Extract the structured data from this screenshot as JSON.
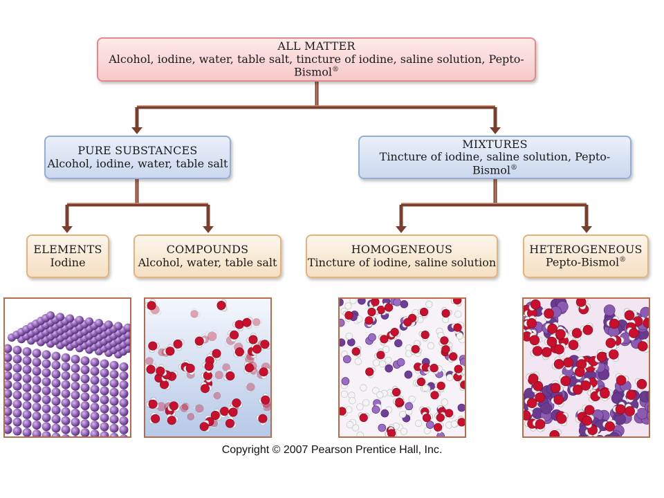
{
  "nodes": {
    "all_matter": {
      "title": "ALL MATTER",
      "items": "Alcohol, iodine, water, table salt, tincture of iodine, saline solution, Pepto-Bismol",
      "mark": "®"
    },
    "pure_substances": {
      "title": "PURE SUBSTANCES",
      "items": "Alcohol, iodine, water, table salt"
    },
    "mixtures": {
      "title": "MIXTURES",
      "items": "Tincture of iodine, saline solution, Pepto-Bismol",
      "mark": "®"
    },
    "elements": {
      "title": "ELEMENTS",
      "items": "Iodine"
    },
    "compounds": {
      "title": "COMPOUNDS",
      "items": "Alcohol, water, table salt"
    },
    "homogeneous": {
      "title": "HOMOGENEOUS",
      "items": "Tincture of iodine, saline solution"
    },
    "heterogeneous": {
      "title": "HETEROGENEOUS",
      "items": "Pepto-Bismol",
      "mark": "®"
    }
  },
  "colors": {
    "connector": "#7a3f2c",
    "connector_light": "#b4705a",
    "purple_atom": "#8a5bb0",
    "oxygen": "#c8102e",
    "hydrogen": "#f2f2f2"
  },
  "copyright": "Copyright © 2007 Pearson Prentice Hall, Inc."
}
